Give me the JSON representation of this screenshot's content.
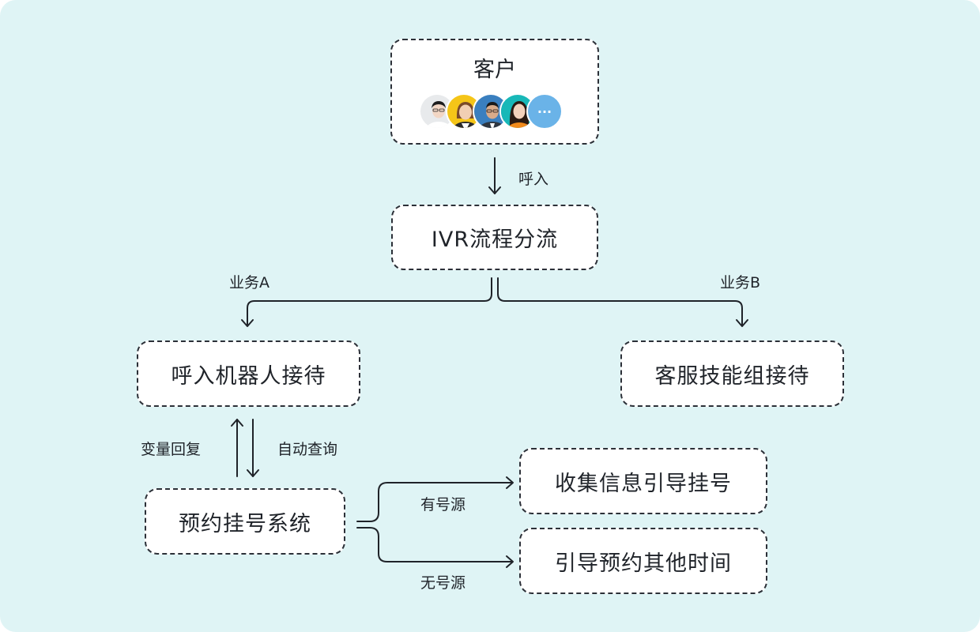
{
  "diagram": {
    "nodes": {
      "customer": "客户",
      "ivr": "IVR流程分流",
      "robot": "呼入机器人接待",
      "skill_group": "客服技能组接待",
      "booking_system": "预约挂号系统",
      "collect_info": "收集信息引导挂号",
      "guide_other_time": "引导预约其他时间"
    },
    "edges": {
      "call_in": "呼入",
      "business_a": "业务A",
      "business_b": "业务B",
      "variable_reply": "变量回复",
      "auto_query": "自动查询",
      "has_source": "有号源",
      "no_source": "无号源"
    },
    "avatars": [
      {
        "name": "customer-avatar-1",
        "bg": "#e8eaec",
        "skin": "#f2d6c4",
        "hair": "#1d1d1d",
        "shirt": "#ffffff"
      },
      {
        "name": "customer-avatar-2",
        "bg": "#f5c518",
        "skin": "#f1cfb4",
        "hair": "#7a4a2a",
        "shirt": "#2a2a2a"
      },
      {
        "name": "customer-avatar-3",
        "bg": "#3a7fbf",
        "skin": "#d9ab8a",
        "hair": "#1a1a1a",
        "shirt": "#2f3640"
      },
      {
        "name": "customer-avatar-4",
        "bg": "#18b8b8",
        "skin": "#f3d2bc",
        "hair": "#2b1a12",
        "shirt": "#f08a1c"
      }
    ],
    "more_avatars": "···",
    "more_color": "#6ab3e8"
  }
}
